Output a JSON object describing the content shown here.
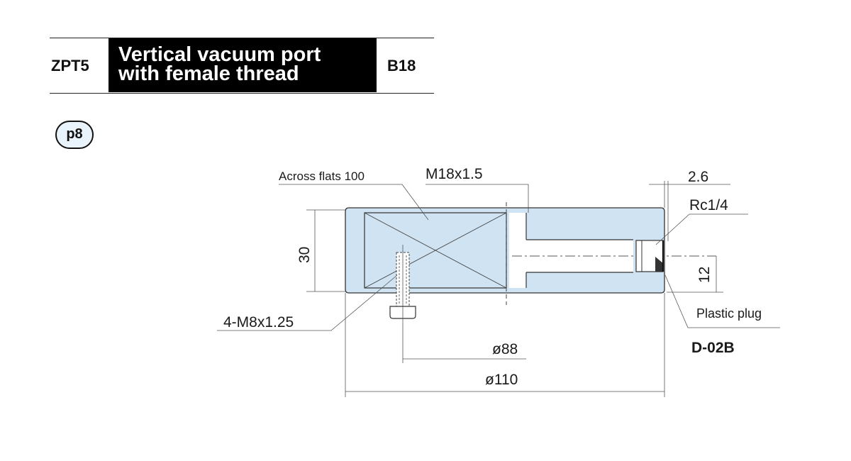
{
  "header": {
    "model_code": "ZPT5",
    "title_line1": "Vertical vacuum port",
    "title_line2": "with female thread",
    "size_code": "B18"
  },
  "page_ref": "p8",
  "colors": {
    "body_fill": "#cfe3f2",
    "title_bg": "#000000",
    "badge_fill": "#e9f3fb"
  },
  "drawing": {
    "across_flats": "Across flats 100",
    "port_thread": "M18x1.5",
    "plug_depth": "2.6",
    "plug_thread": "Rc1/4",
    "height": "30",
    "port_height": "12",
    "mount_thread": "4-M8x1.25",
    "plug_label": "Plastic plug",
    "plug_part": "D-02B",
    "pcd": "ø88",
    "outer_diameter": "ø110"
  }
}
